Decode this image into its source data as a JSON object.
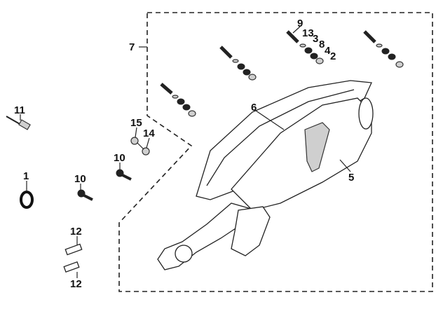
{
  "title": "Exhaust muffler exploded parts diagram",
  "labels": {
    "p9": "9",
    "p13": "13",
    "p3": "3",
    "p8": "8",
    "p4": "4",
    "p2": "2",
    "p7": "7",
    "p6": "6",
    "p5": "5",
    "p11": "11",
    "p1": "1",
    "p10a": "10",
    "p10b": "10",
    "p15": "15",
    "p14": "14",
    "p12a": "12",
    "p12b": "12"
  }
}
